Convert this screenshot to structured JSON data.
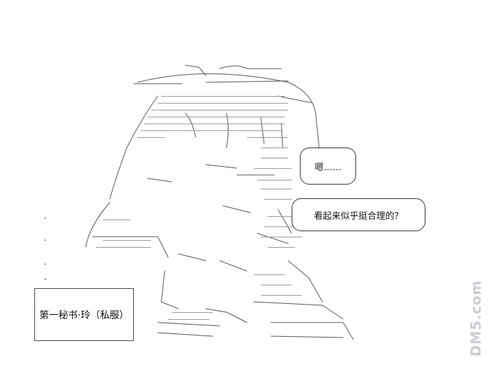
{
  "panel": {
    "bubble_hmm": "嗯……",
    "bubble_question": "看起来似乎挺合理的？",
    "name_tag": "第一秘书·玲（私服）",
    "watermark": "DM5.com"
  }
}
